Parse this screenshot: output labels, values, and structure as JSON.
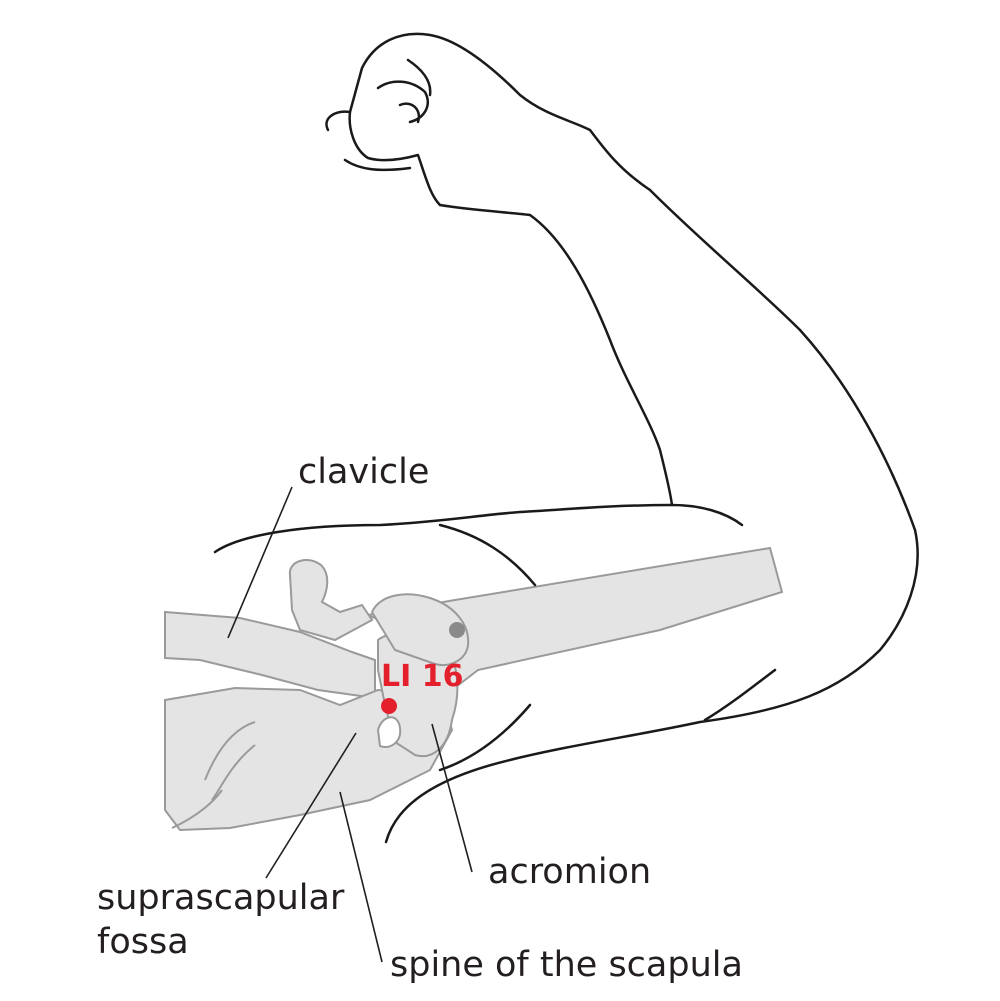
{
  "labels": {
    "clavicle": "clavicle",
    "acromion": "acromion",
    "suprascapular_line1": "suprascapular",
    "suprascapular_line2": "fossa",
    "spine": "spine of the scapula"
  },
  "point": {
    "code": "LI 16"
  },
  "colors": {
    "point": "#e4202c",
    "bone_fill": "#e4e4e4",
    "bone_outline": "#9a9a9a",
    "skin_outline": "#1a1a1a",
    "leader_line": "#231f20",
    "secondary_point": "#8a8a8a"
  }
}
